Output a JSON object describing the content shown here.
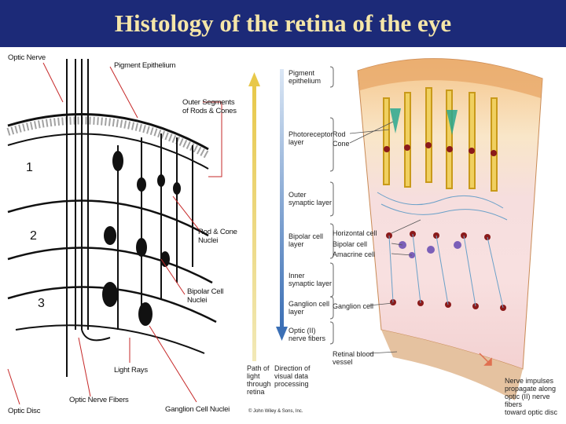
{
  "slide": {
    "title": "Histology of the retina of the eye"
  },
  "left_diagram": {
    "labels": {
      "optic_nerve": "Optic Nerve",
      "pigment_epithelium": "Pigment Epithelium",
      "outer_segments": "Outer Segments\nof Rods & Cones",
      "rod_cone_nuclei": "Rod & Cone\nNuclei",
      "bipolar_cell_nuclei": "Bipolar Cell\nNuclei",
      "light_rays": "Light Rays",
      "optic_nerve_fibers": "Optic Nerve Fibers",
      "ganglion_cell_nuclei": "Ganglion Cell Nuclei",
      "optic_disc": "Optic Disc"
    },
    "zones": [
      "1",
      "2",
      "3"
    ]
  },
  "right_diagram": {
    "layers": [
      "Pigment\nepithelium",
      "Photoreceptor\nlayer",
      "Outer\nsynaptic layer",
      "Bipolar cell\nlayer",
      "Inner\nsynaptic layer",
      "Ganglion cell\nlayer",
      "Optic (II)\nnerve fibers"
    ],
    "cell_labels": [
      "Rod",
      "Cone",
      "Horizontal cell",
      "Bipolar cell",
      "Amacrine cell",
      "Ganglion cell",
      "Retinal blood\nvessel"
    ],
    "arrow_labels": {
      "light_path": "Path of\nlight\nthrough\nretina",
      "processing": "Direction of\nvisual data\nprocessing"
    },
    "impulse_note": "Nerve impulses\npropagate along\noptic (II) nerve fibers\ntoward optic disc",
    "copyright": "© John Wiley & Sons, Inc."
  }
}
